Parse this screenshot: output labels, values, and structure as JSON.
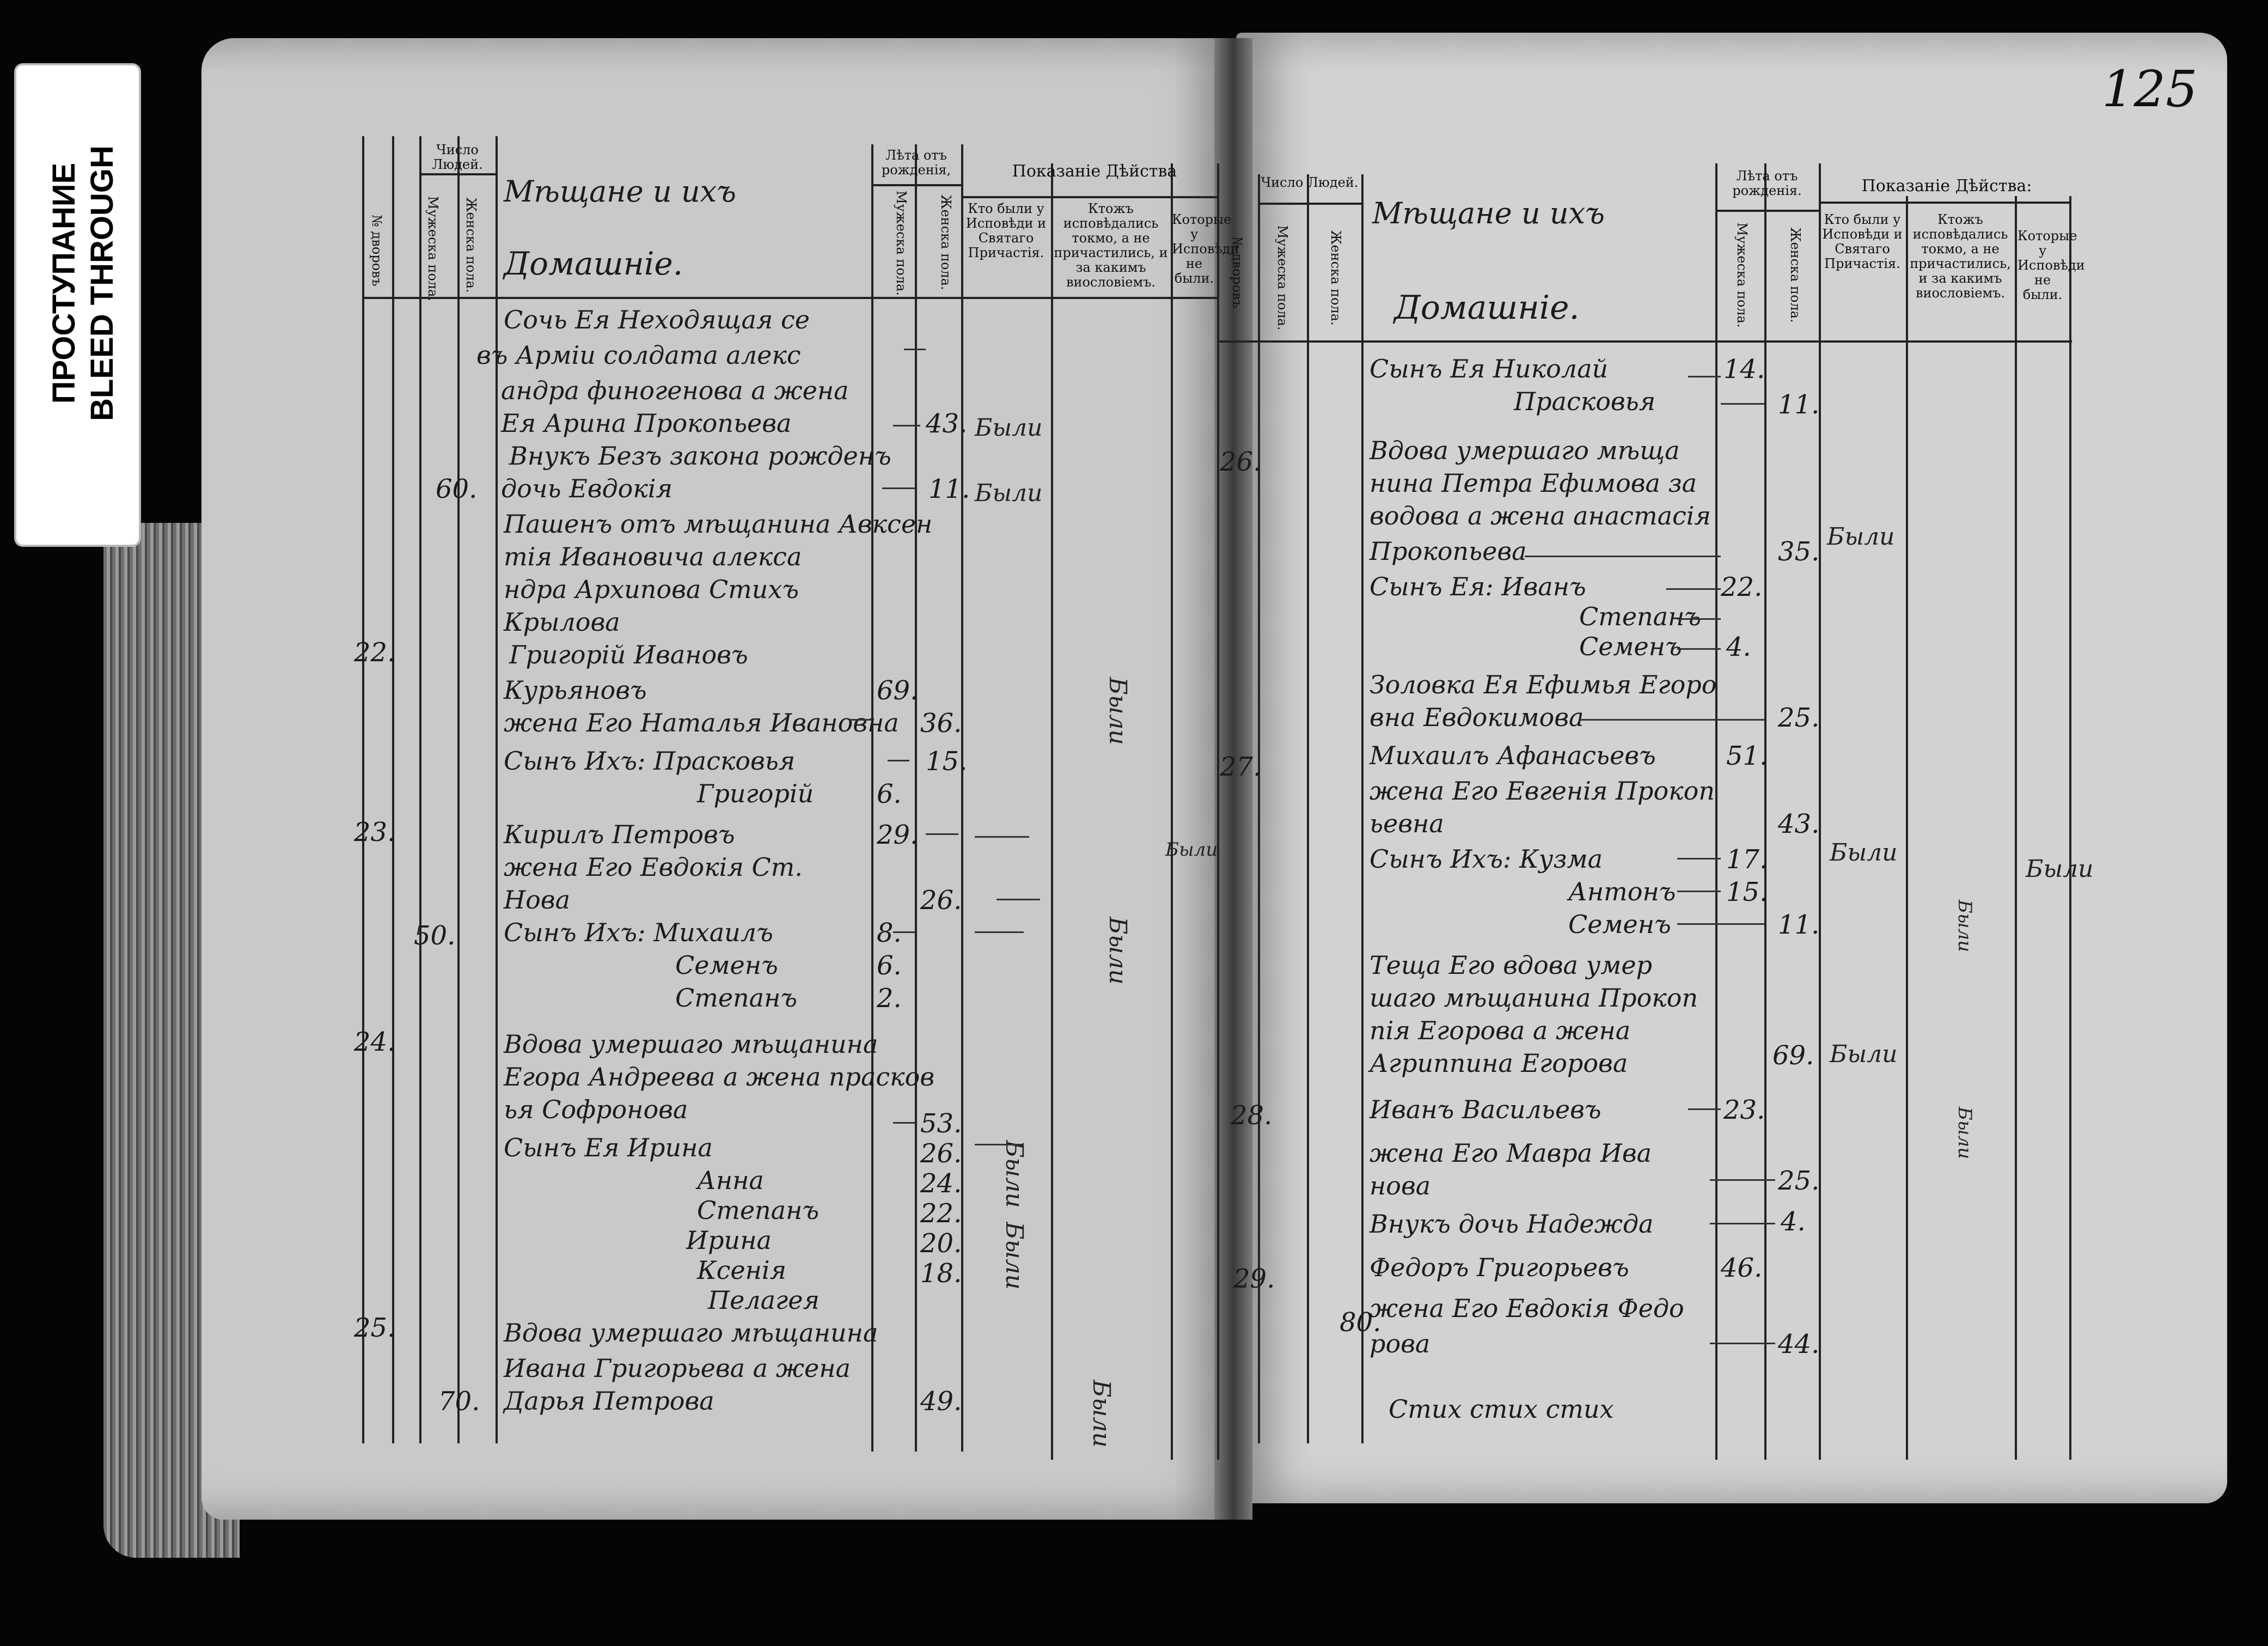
{
  "tag": {
    "line1": "ПРОСТУПАНИЕ",
    "line2": "BLEED THROUGH"
  },
  "folio": "125",
  "left_page": {
    "headers": {
      "yard_no": "№ дворовъ",
      "people_count": "Число Людей.",
      "male_col": "Мужеска пола.",
      "female_col": "Женска пола.",
      "age_from_birth": "Лѣта отъ рожденія,",
      "age_male": "Мужеска пола.",
      "age_female": "Женска пола.",
      "acts_title": "Показаніе Дѣйства",
      "col_confessed": "Кто были у Исповѣди и Святаго Причастія.",
      "col_only_confessed": "Ктожъ исповѣдались токмо, а не причастились, и за какимъ виословіемъ.",
      "col_not": "Которые у Исповѣди не были."
    },
    "heading1": "Мѣщане и ихъ",
    "heading2": "Домашніе.",
    "lines": [
      "Сочь Ея Неходящая се",
      "въ Арміи солдата алекс",
      "андра финогенова а жена",
      "Ея Арина Прокопьева",
      "Внукъ Безъ закона рожденъ",
      "дочь Евдокія",
      "Пашенъ отъ мѣщанина Авксен",
      "тія Ивановича алекса",
      "ндра Архипова Стихъ",
      "Крылова",
      "Григорій Ивановъ",
      "Курьяновъ",
      "жена Его Наталья Ивановна",
      "Сынъ Ихъ: Прасковья",
      "Григорій",
      "Кирилъ Петровъ",
      "жена Его Евдокія Ст.",
      "Нова",
      "Сынъ Ихъ: Михаилъ",
      "Семенъ",
      "Степанъ",
      "Вдова умершаго мѣщанина",
      "Егора Андреева а жена прасков",
      "ья Софронова",
      "Сынъ Ея Ирина",
      "Анна",
      "Степанъ",
      "Ирина",
      "Ксенія",
      "Пелагея",
      "Вдова умершаго мѣщанина",
      "Ивана Григорьева а жена",
      "Дарья Петрова"
    ],
    "yard_numbers": [
      "22.",
      "23.",
      "24.",
      "25."
    ],
    "people_numbers": [
      "60.",
      "50.",
      "70."
    ],
    "ages_male": [
      "69.",
      "6.",
      "29.",
      "8.",
      "6.",
      "2."
    ],
    "ages_female": [
      "43.",
      "11.",
      "36.",
      "15.",
      "26.",
      "53.",
      "26.",
      "24.",
      "22.",
      "20.",
      "18.",
      "49."
    ],
    "marks": [
      "Были",
      "Были",
      "Были",
      "Были",
      "Были",
      "Были",
      "Были",
      "Были"
    ]
  },
  "right_page": {
    "headers": {
      "yard_no": "№ дворовъ",
      "people_count": "Число Людей.",
      "male_col": "Мужеска пола.",
      "female_col": "Женска пола.",
      "age_from_birth": "Лѣта отъ рожденія.",
      "age_male": "Мужеска пола.",
      "age_female": "Женска пола.",
      "acts_title": "Показаніе Дѣйства:",
      "col_confessed": "Кто были у Исповѣди и Святаго Причастія.",
      "col_only_confessed": "Ктожъ исповѣдались токмо, а не причастились, и за какимъ виословіемъ.",
      "col_not": "Которые у Исповѣди не были."
    },
    "heading1": "Мѣщане и ихъ",
    "heading2": "Домашніе.",
    "lines": [
      "Сынъ Ея Николай",
      "Прасковья",
      "Вдова умершаго мѣща",
      "нина Петра Ефимова за",
      "водова а жена анастасія",
      "Прокопьева",
      "Сынъ Ея: Иванъ",
      "Степанъ",
      "Семенъ",
      "Золовка Ея Ефимья Егоро",
      "вна Евдокимова",
      "Михаилъ Афанасьевъ",
      "жена Его Евгенія Прокоп",
      "ьевна",
      "Сынъ Ихъ: Кузма",
      "Антонъ",
      "Семенъ",
      "Теща Его вдова умер",
      "шаго мѣщанина Прокоп",
      "пія Егорова а жена",
      "Агриппина Егорова",
      "Иванъ Васильевъ",
      "жена Его Мавра Ива",
      "нова",
      "Внукъ дочь Надежда",
      "Федоръ Григорьевъ",
      "жена Его Евдокія Федо",
      "рова",
      "Стих стих стих"
    ],
    "yard_numbers": [
      "26.",
      "27.",
      "28.",
      "29."
    ],
    "people_numbers": [
      "80."
    ],
    "ages_male": [
      "14.",
      "22.",
      "4.",
      "51.",
      "17.",
      "15.",
      "23.",
      "46."
    ],
    "ages_female": [
      "11.",
      "35.",
      "25.",
      "43.",
      "11.",
      "69.",
      "25.",
      "4.",
      "44."
    ],
    "marks": [
      "Были",
      "Были",
      "Были",
      "Были",
      "Были",
      "Были"
    ]
  }
}
